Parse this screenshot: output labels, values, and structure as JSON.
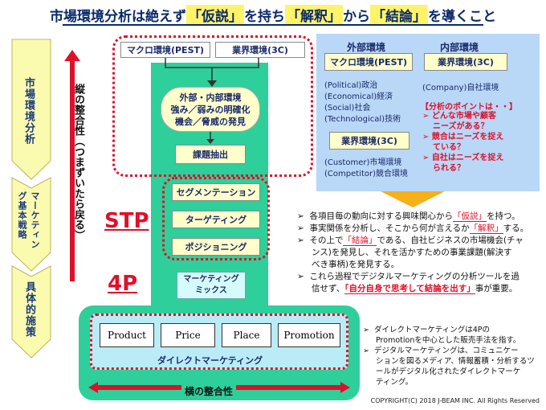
{
  "title": {
    "p1": "市場環境分析は絶えず",
    "hyp": "「仮説」",
    "p2": "を持ち",
    "interp": "「解釈」",
    "p3": "から",
    "concl": "「結論」",
    "p4": "を導くこと"
  },
  "left_stages": [
    "市場環境分析",
    "マーケティング基本戦略",
    "具体的施策"
  ],
  "vertical_consistency": "縦の整合性（つまずいたら戻る）",
  "flow": {
    "macro": "マクロ環境(PEST)",
    "industry": "業界環境(3C)",
    "analysis_lines": [
      "外部・内部環境",
      "強み／弱みの明確化",
      "機会／脅威の発見"
    ],
    "issue": "課題抽出",
    "segmentation": "セグメンテーション",
    "targeting": "ターゲティング",
    "positioning": "ポジショニング",
    "mix": [
      "マーケティング",
      "ミックス"
    ]
  },
  "labels": {
    "stp": "STP",
    "fourp": "4P"
  },
  "mix_items": [
    "Product",
    "Price",
    "Place",
    "Promotion"
  ],
  "direct_marketing": "ダイレクトマーケティング",
  "horizontal_consistency": "横の整合性",
  "right_panel": {
    "external_head": "外部環境",
    "internal_head": "内部環境",
    "macro": "マクロ環境(PEST)",
    "industry_top": "業界環境(3C)",
    "pest_items": [
      "(Political)政治",
      "(Economical)経済",
      "(Social)社会",
      "(Technological)技術"
    ],
    "industry_bottom": "業界環境(3C)",
    "cust_items": [
      "(Customer)市場環境",
      "(Competitor)競合環境"
    ],
    "company": "(Company)自社環境",
    "point_head": "【分析のポイントは・・】",
    "points": [
      [
        "どんな市場や顧客",
        "ニーズがある？"
      ],
      [
        "競合はニーズを捉え",
        "ている？"
      ],
      [
        "自社はニーズを捉え",
        "られる？"
      ]
    ]
  },
  "bullets": {
    "b1a": "各項目毎の動向に対する興味関心から",
    "b1h": "「仮説」",
    "b1b": "を持つ。",
    "b2a": "事実関係を分析し、そこから何が言えるか",
    "b2h": "「解釈」",
    "b2b": "する。",
    "b3a": "その上で",
    "b3h": "「結論」",
    "b3b": "である、自社ビジネスの市場機会(チャ",
    "b3c": "ンス)を発見し、それを活かすための事業課題(解決す",
    "b3d": "べき事柄)を発見する。",
    "b4a": "これら過程でデジタルマーケティングの分析ツールを過",
    "b4b": "信せず、",
    "b4h": "「自分自身で思考して結論を出す」",
    "b4c": "事が重要。"
  },
  "notes": {
    "n1a": "ダイレクトマーケティングは4Pの",
    "n1b": "Promotionを中心とした販売手法を指す。",
    "n2a": "デジタルマーケティングは、コミュニケー",
    "n2b": "ションを図るメディア、情報蓄積・分析するツ",
    "n2c": "ールがデジタル化されたダイレクトマーケ",
    "n2d": "ティング。"
  },
  "copyright": "COPYRIGHT(C) 2018  J-BEAM  INC.  All Rights Reserved",
  "colors": {
    "green": "#2ecf9a",
    "red": "#e0102a",
    "navy": "#0a2a6a",
    "panel": "#b9d7f7",
    "yellow": "#fbfbb0"
  }
}
